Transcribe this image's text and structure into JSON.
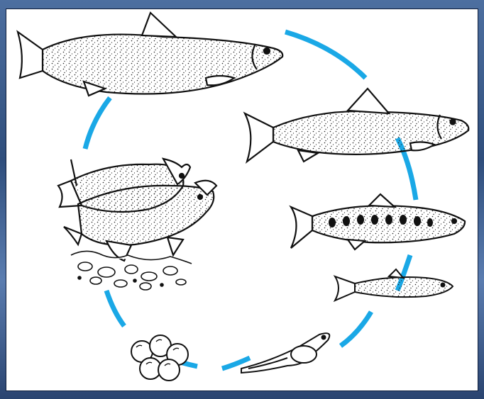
{
  "diagram": {
    "type": "life-cycle",
    "stages": [
      "adult",
      "adult",
      "spawning-pair",
      "parr",
      "fry",
      "alevin",
      "eggs"
    ],
    "colors": {
      "frame": "#3e5a86",
      "panel": "#ffffff",
      "cycle_arrow": "#1aa8e6",
      "ink": "#111111"
    }
  }
}
